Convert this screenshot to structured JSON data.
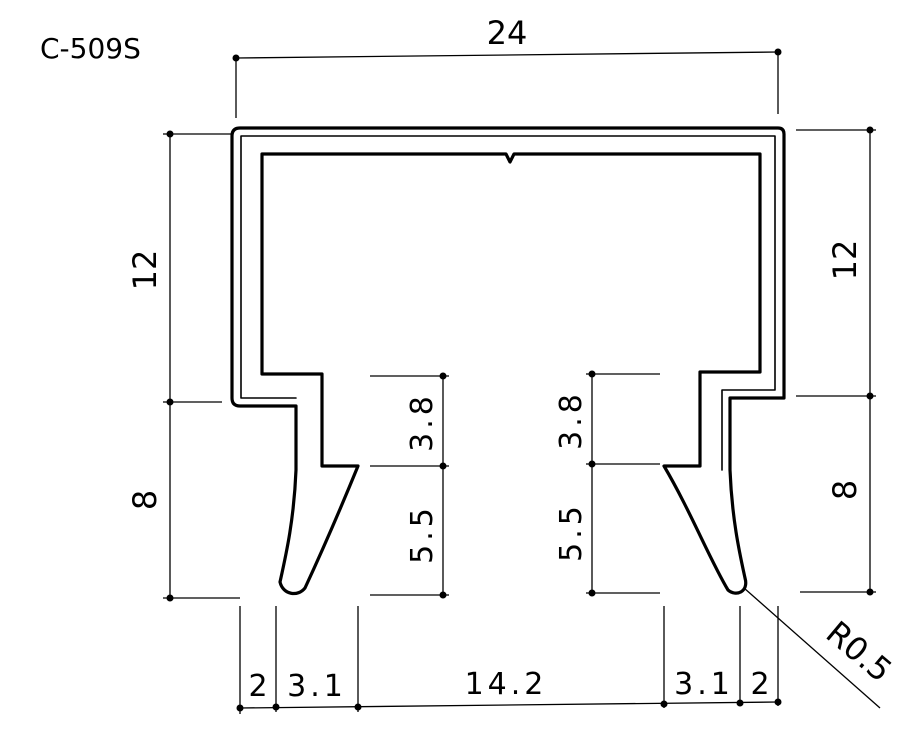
{
  "title": "C-509S",
  "dimensions": {
    "overall_width": "24",
    "left_upper_height": "12",
    "right_upper_height": "12",
    "left_lower_height": "8",
    "right_lower_height": "8",
    "left_inner_upper": "3.8",
    "left_inner_lower": "5.5",
    "right_inner_upper": "3.8",
    "right_inner_lower": "5.5",
    "bottom_left_edge": "2",
    "bottom_left_lip": "3.1",
    "bottom_center_gap": "14.2",
    "bottom_right_lip": "3.1",
    "bottom_right_edge": "2",
    "tip_radius": "R0.5"
  }
}
